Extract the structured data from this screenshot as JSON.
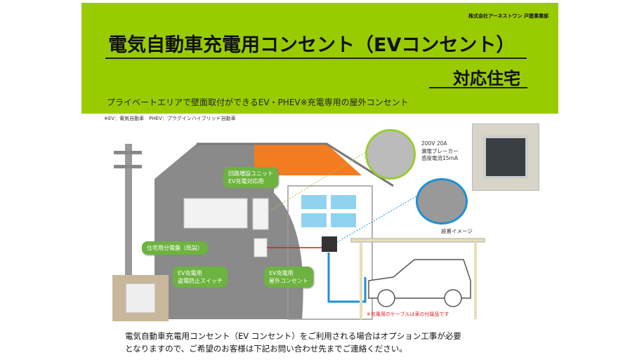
{
  "header": {
    "company": "株式会社アーネストワン 戸建事業部",
    "title": "電気自動車充電用コンセント（EVコンセント）",
    "subtitle": "対応住宅",
    "tagline": "プライベートエリアで壁面取付ができるEV・PHEV※充電専用の屋外コンセント",
    "note": "※EV：電気自動車　PHEV：プラグインハイブリッド自動車"
  },
  "diagram": {
    "labels": {
      "unit": [
        "回路増設ユニット",
        "EV充電対応用"
      ],
      "panel": "住宅用分電盤（既設）",
      "switch": [
        "EV充電用",
        "盗電防止スイッチ"
      ],
      "outlet": [
        "EV充電用",
        "屋外コンセント"
      ],
      "breaker_spec": [
        "200V 20A",
        "漏電ブレーカー",
        "感度電流15mA"
      ],
      "install_image": "設置イメージ",
      "cable_note": "※充電用のケーブルは車の付属品です"
    },
    "colors": {
      "banner": "#99cc00",
      "roof": "#f47c20",
      "bubble": "#6cb33f",
      "cable": "#1e90d6",
      "wire": "#cc2222"
    }
  },
  "footer": {
    "line1": "電気自動車充電用コンセント（EV コンセント）をご利用される場合はオプション工事が必要",
    "line2": "となりますので、ご希望のお客様は下記お問い合わせ先までご連絡ください。"
  }
}
